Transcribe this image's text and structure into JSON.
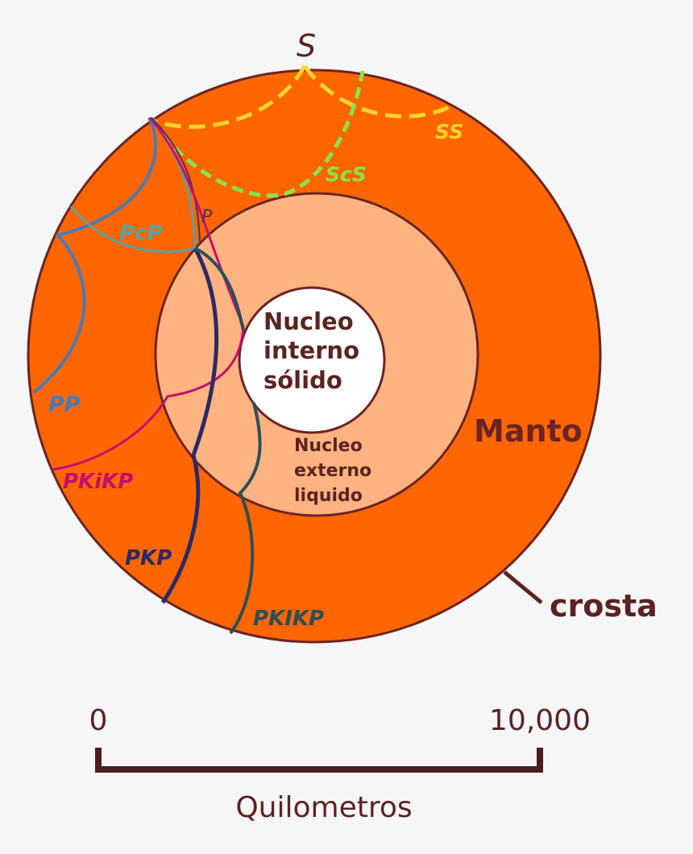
{
  "labels": {
    "source": "S",
    "crust": "crosta",
    "mantle": "Manto",
    "inner_core": [
      "Nucleo",
      "interno",
      "sólido"
    ],
    "outer_core": [
      "Nucleo",
      "externo",
      "liquido"
    ]
  },
  "phases": {
    "ss": "SS",
    "scs": "ScS",
    "p": "P",
    "pcp": "PcP",
    "pp": "PP",
    "pkikp_inner": "PKiKP",
    "pkp": "PKP",
    "pkikp": "PKIKP"
  },
  "scale": {
    "start_label": "0",
    "end_label": "10,000",
    "unit_label": "Quilometros"
  },
  "colors": {
    "background": "#f6f6f6",
    "mantle": "#ff6600",
    "outer_core": "#ffb380",
    "inner_core": "#ffffff",
    "outline": "#6b2424",
    "ss": "#ffd42a",
    "scs": "#87e34d",
    "pp": "#4a7bb5",
    "pcp": "#5aa3a0",
    "pkikp_inner": "#c0116d",
    "pkp": "#2b2a66",
    "pkikp": "#2c4f58",
    "p": "#5a2a5a"
  }
}
